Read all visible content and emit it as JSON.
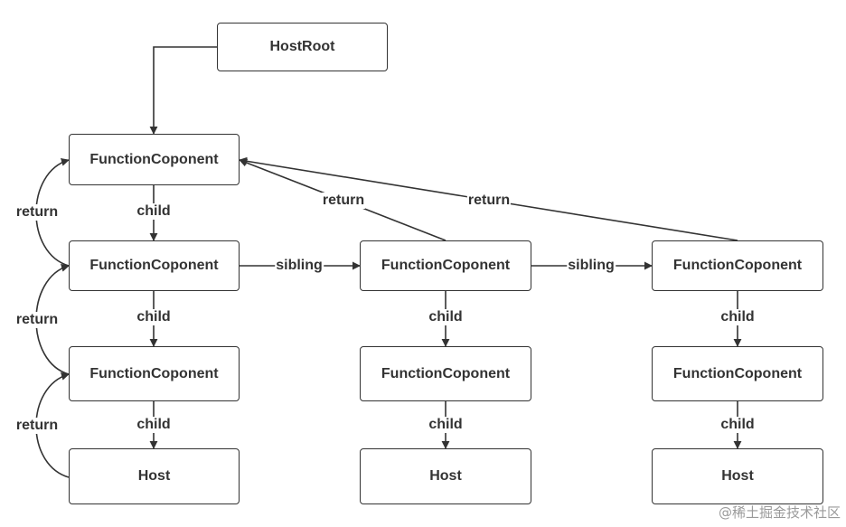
{
  "nodes": {
    "hostroot": "HostRoot",
    "fc_c1_r1": "FunctionCoponent",
    "fc_c1_r2": "FunctionCoponent",
    "fc_c1_r3": "FunctionCoponent",
    "host_c1": "Host",
    "fc_c2_r2": "FunctionCoponent",
    "fc_c2_r3": "FunctionCoponent",
    "host_c2": "Host",
    "fc_c3_r2": "FunctionCoponent",
    "fc_c3_r3": "FunctionCoponent",
    "host_c3": "Host"
  },
  "edge_labels": {
    "child": "child",
    "sibling": "sibling",
    "return": "return"
  },
  "colors": {
    "line": "#333333",
    "background": "#ffffff"
  },
  "watermark": "@稀土掘金技术社区"
}
